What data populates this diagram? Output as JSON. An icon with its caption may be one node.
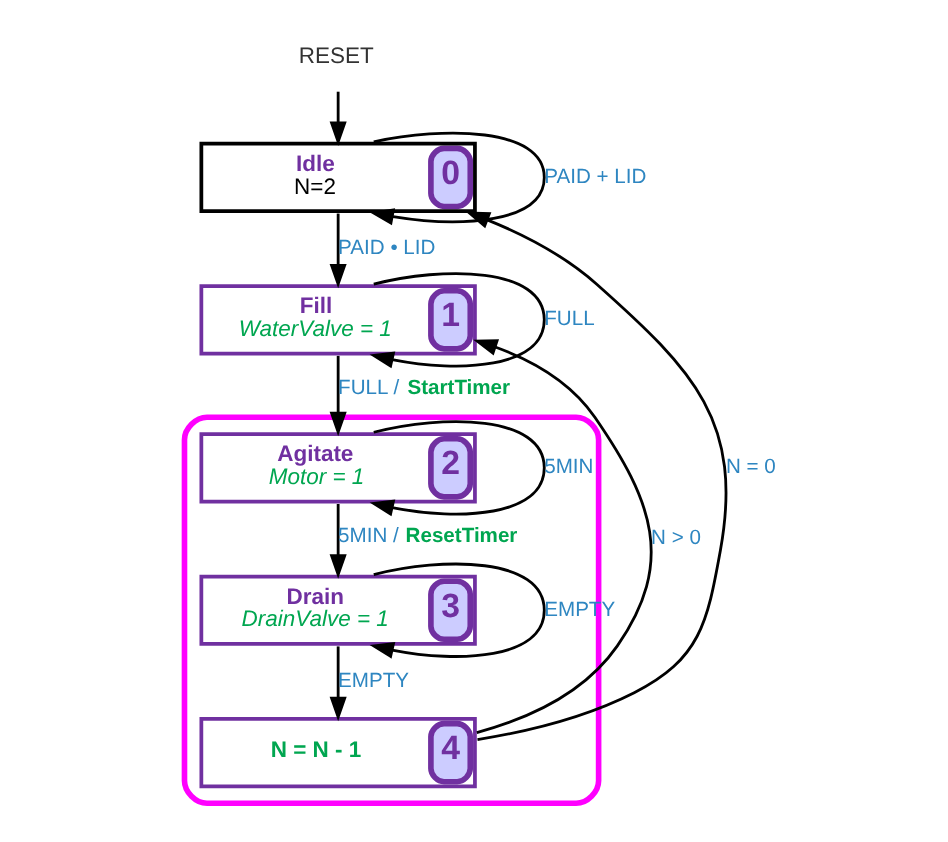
{
  "diagram": {
    "nodes": [
      {
        "text": [
          "RESET"
        ]
      },
      {
        "text": [
          "Idle",
          "N=2",
          "0"
        ]
      },
      {
        "text": [
          "Fill",
          "WaterValve = 1",
          "1"
        ]
      },
      {
        "text": [],
        "shape": "box"
      },
      {
        "text": [
          "Agitate",
          "Motor = 1",
          "2"
        ],
        "in": 3
      },
      {
        "text": [
          "Drain",
          "DrainValve = 1",
          "3"
        ],
        "in": 3
      },
      {
        "text": [
          "N = N - 1",
          "4"
        ],
        "in": 3
      }
    ],
    "edges": [
      {
        "from": 0,
        "to": 1,
        "arrow": "to"
      },
      {
        "from": 1,
        "to": 1,
        "arrow": "to",
        "label": "PAID + LID"
      },
      {
        "from": 1,
        "to": 2,
        "arrow": "to",
        "label": "PAID • LID"
      },
      {
        "from": 2,
        "to": 2,
        "arrow": "to",
        "label": "FULL"
      },
      {
        "from": 2,
        "to": 4,
        "arrow": "to",
        "label": "FULL / **StartTimer**"
      },
      {
        "from": 4,
        "to": 4,
        "arrow": "to",
        "label": "5MIN"
      },
      {
        "from": 4,
        "to": 5,
        "arrow": "to",
        "label": "5MIN / **ResetTimer**"
      },
      {
        "from": 5,
        "to": 5,
        "arrow": "to",
        "label": "EMPTY"
      },
      {
        "from": 5,
        "to": 6,
        "arrow": "to",
        "label": "EMPTY"
      },
      {
        "from": 6,
        "to": 2,
        "arrow": "to",
        "label": "N > 0"
      },
      {
        "from": 6,
        "to": 1,
        "arrow": "to",
        "label": "N = 0"
      }
    ]
  }
}
